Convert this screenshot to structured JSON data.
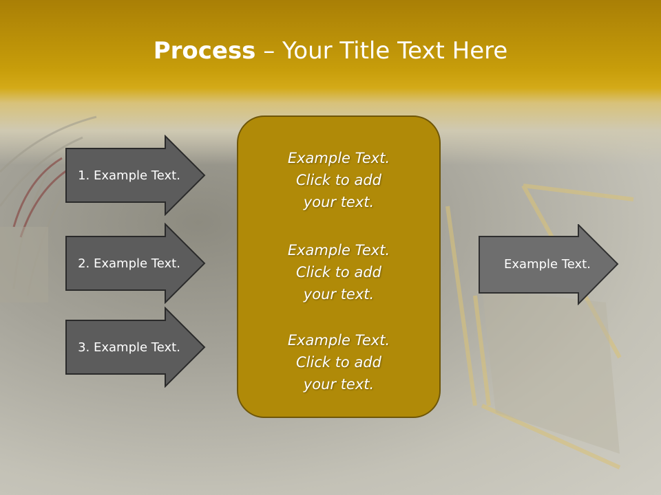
{
  "title": {
    "bold": "Process",
    "rest": " – Your Title Text Here"
  },
  "left_arrows": [
    {
      "label": "1. Example Text."
    },
    {
      "label": "2. Example Text."
    },
    {
      "label": "3. Example Text."
    }
  ],
  "center_items": [
    {
      "line1": "Example Text.",
      "line2": "Click  to add",
      "line3": "your text."
    },
    {
      "line1": "Example Text.",
      "line2": "Click  to add",
      "line3": "your text."
    },
    {
      "line1": "Example Text.",
      "line2": "Click  to add",
      "line3": "your text."
    }
  ],
  "right_arrow": {
    "label": "Example Text."
  },
  "colors": {
    "header": "#c79d0a",
    "arrow_dark": "#5c5c5c",
    "arrow_light": "#6e6e6e",
    "center_fill": "#b08a08"
  }
}
